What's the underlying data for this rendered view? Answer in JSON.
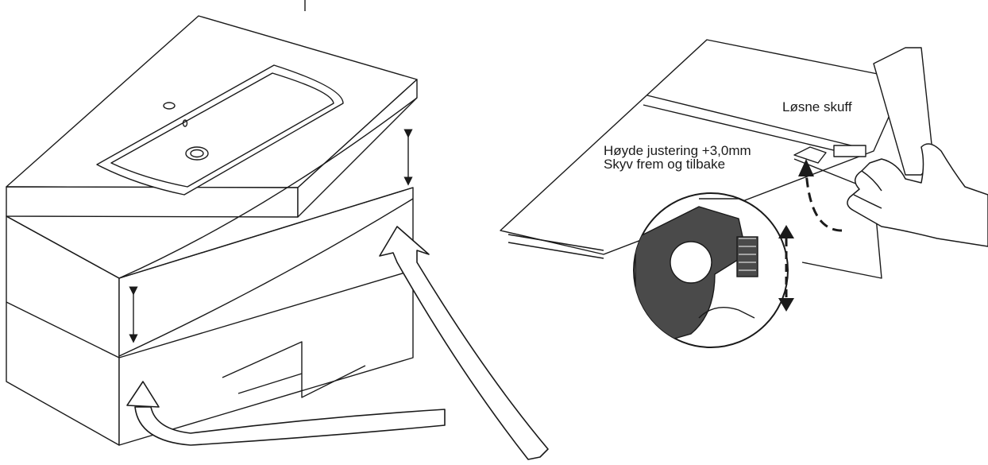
{
  "labels": {
    "loosen_drawer": "Løsne skuff",
    "height_adjust": "Høyde justering +3,0mm",
    "slide_instruction": "Skyv frem og tilbake"
  },
  "colors": {
    "line": "#1a1a1a",
    "component_dark": "#4a4a4a",
    "background": "#ffffff"
  }
}
